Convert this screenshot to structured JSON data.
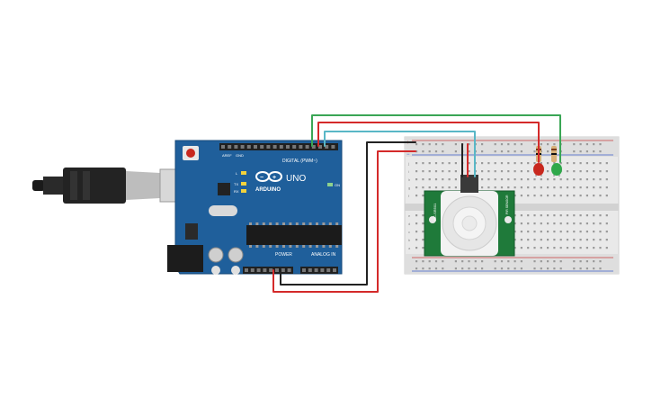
{
  "arduino": {
    "brand": "ARDUINO",
    "model": "UNO",
    "digital_label": "DIGITAL (PWM~)",
    "power_label": "POWER",
    "analog_label": "ANALOG IN",
    "on_label": "ON",
    "led_l": "L",
    "led_tx": "TX",
    "led_rx": "RX",
    "board_color": "#1f5f9b"
  },
  "sensor": {
    "name": "HC-SR501",
    "side_label": "PIR SENSOR",
    "board_color": "#1f7a3a"
  },
  "breadboard": {
    "plus": "+",
    "minus": "−",
    "row_letters_top": [
      "j",
      "i",
      "h",
      "g",
      "f"
    ],
    "row_letters_bottom": [
      "e",
      "d",
      "c",
      "b",
      "a"
    ]
  },
  "leds": [
    {
      "color_name": "red",
      "color": "#c8281e"
    },
    {
      "color_name": "green",
      "color": "#2fa84a"
    }
  ],
  "wire_colors": {
    "green": "#3aa655",
    "red": "#d42a2a",
    "cyan": "#59b7c6",
    "black": "#222222"
  }
}
